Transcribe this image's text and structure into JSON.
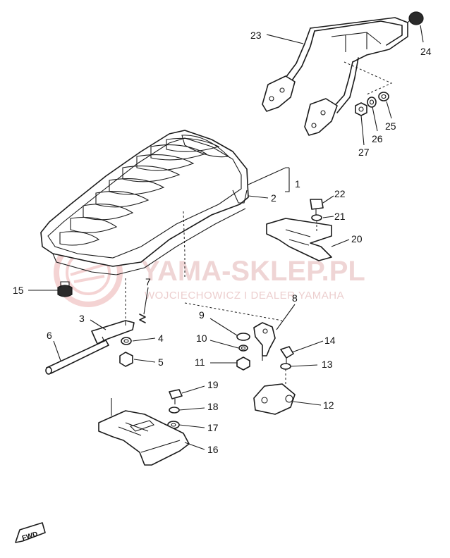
{
  "watermark": {
    "line1": "YAMA-SKLEP.PL",
    "line2": "WOJCIECHOWICZ I DEALER YAMAHA"
  },
  "direction_badge": "FWD",
  "callouts": [
    {
      "id": "c1",
      "label": "1"
    },
    {
      "id": "c2",
      "label": "2"
    },
    {
      "id": "c3",
      "label": "3"
    },
    {
      "id": "c4",
      "label": "4"
    },
    {
      "id": "c5",
      "label": "5"
    },
    {
      "id": "c6",
      "label": "6"
    },
    {
      "id": "c7",
      "label": "7"
    },
    {
      "id": "c8",
      "label": "8"
    },
    {
      "id": "c9",
      "label": "9"
    },
    {
      "id": "c10",
      "label": "10"
    },
    {
      "id": "c11",
      "label": "11"
    },
    {
      "id": "c12",
      "label": "12"
    },
    {
      "id": "c13",
      "label": "13"
    },
    {
      "id": "c14",
      "label": "14"
    },
    {
      "id": "c15",
      "label": "15"
    },
    {
      "id": "c16",
      "label": "16"
    },
    {
      "id": "c17",
      "label": "17"
    },
    {
      "id": "c18",
      "label": "18"
    },
    {
      "id": "c19",
      "label": "19"
    },
    {
      "id": "c20",
      "label": "20"
    },
    {
      "id": "c21",
      "label": "21"
    },
    {
      "id": "c22",
      "label": "22"
    },
    {
      "id": "c23",
      "label": "23"
    },
    {
      "id": "c24",
      "label": "24"
    },
    {
      "id": "c25",
      "label": "25"
    },
    {
      "id": "c26",
      "label": "26"
    },
    {
      "id": "c27",
      "label": "27"
    }
  ]
}
